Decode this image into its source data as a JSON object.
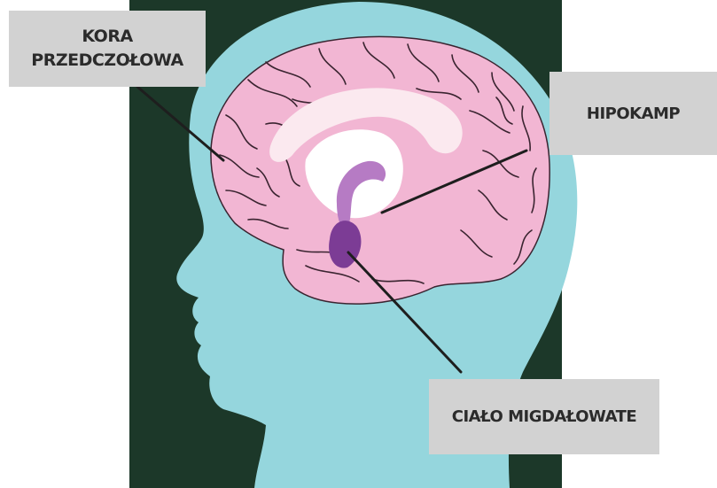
{
  "labels": {
    "prefrontal_cortex": [
      "KORA",
      "PRZEDCZOŁOWA"
    ],
    "hippocampus": "HIPOKAMP",
    "amygdala": "CIAŁO MIGDAŁOWATE"
  },
  "colors": {
    "background_panel": "#1c3829",
    "head_silhouette": "#95d6dd",
    "cortex": "#f2b6d3",
    "cortex_folds": "#3a2430",
    "corpus_callosum": "#fbe9ef",
    "hippocampus": "#b67bc4",
    "amygdala": "#7c3c95",
    "label_box": "#d2d2d2",
    "label_text": "#2b2b2b",
    "leader_lines": "#1e1e1e"
  }
}
